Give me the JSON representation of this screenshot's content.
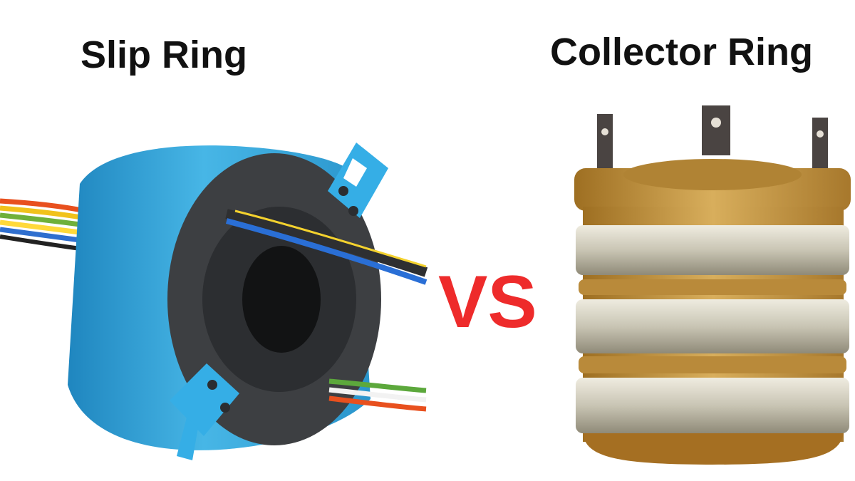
{
  "left": {
    "title": "Slip Ring"
  },
  "right": {
    "title": "Collector Ring"
  },
  "vs": {
    "text": "VS"
  },
  "colors": {
    "vs": "#ee2b2b",
    "slip_ring_body": "#2e9ed4",
    "slip_ring_face": "#3d3f42",
    "collector_brass": "#c3963f",
    "collector_ring_metal": "#c9c5b4"
  },
  "icons": {
    "left_image": "slip-ring-photo",
    "right_image": "collector-ring-photo"
  }
}
